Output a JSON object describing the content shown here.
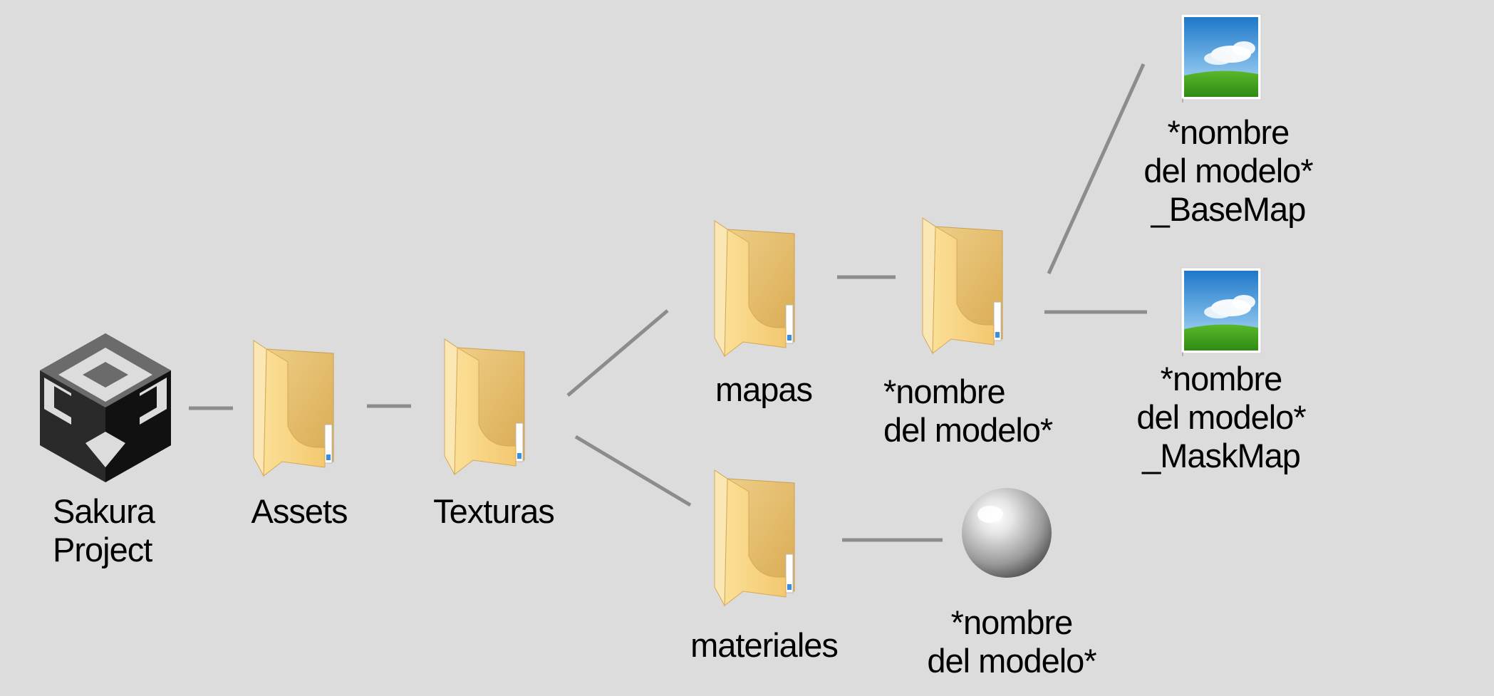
{
  "nodes": {
    "project": {
      "label": "Sakura\nProject",
      "icon": "unity-logo-icon"
    },
    "assets": {
      "label": "Assets",
      "icon": "folder-icon"
    },
    "texturas": {
      "label": "Texturas",
      "icon": "folder-icon"
    },
    "mapas": {
      "label": "mapas",
      "icon": "folder-icon"
    },
    "materiales": {
      "label": "materiales",
      "icon": "folder-icon"
    },
    "modelo_folder": {
      "label": "*nombre\ndel modelo*",
      "icon": "folder-icon"
    },
    "material_sphere": {
      "label": "*nombre\ndel modelo*",
      "icon": "material-sphere-icon"
    },
    "basemap": {
      "label": "*nombre\ndel modelo*\n_BaseMap",
      "icon": "image-file-icon"
    },
    "maskmap": {
      "label": "*nombre\ndel modelo*\n_MaskMap",
      "icon": "image-file-icon"
    }
  },
  "colors": {
    "background": "#dcdcdc",
    "connector": "#8c8c8c",
    "folder_front": "#f6cf7c",
    "unity_dark": "#222222"
  }
}
